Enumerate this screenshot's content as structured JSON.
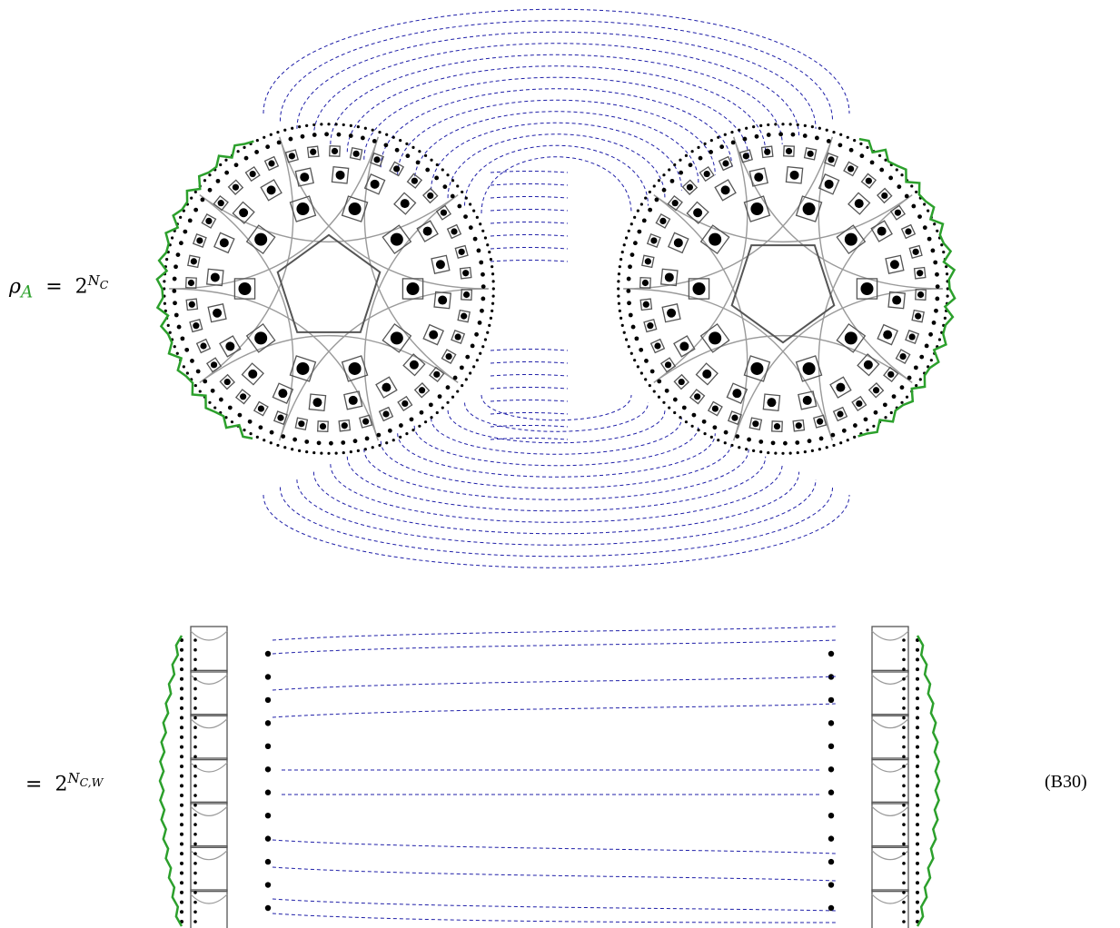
{
  "equation": {
    "rho_symbol": "ρ",
    "rho_subscript": "A",
    "equals": "=",
    "base": "2",
    "top_exponent": "N",
    "top_exponent_sub": "C",
    "bottom_exponent": "N",
    "bottom_exponent_sub": "C,W",
    "number": "(B30)"
  },
  "colors": {
    "boundary": "#2ca02c",
    "contraction": "#1f1fa8",
    "grid": "#9a9a9a",
    "edge": "#555555",
    "node": "#000000"
  },
  "icons": [
    "hyperbolic-tensor-network",
    "green-boundary-region",
    "dashed-contraction-lines"
  ]
}
